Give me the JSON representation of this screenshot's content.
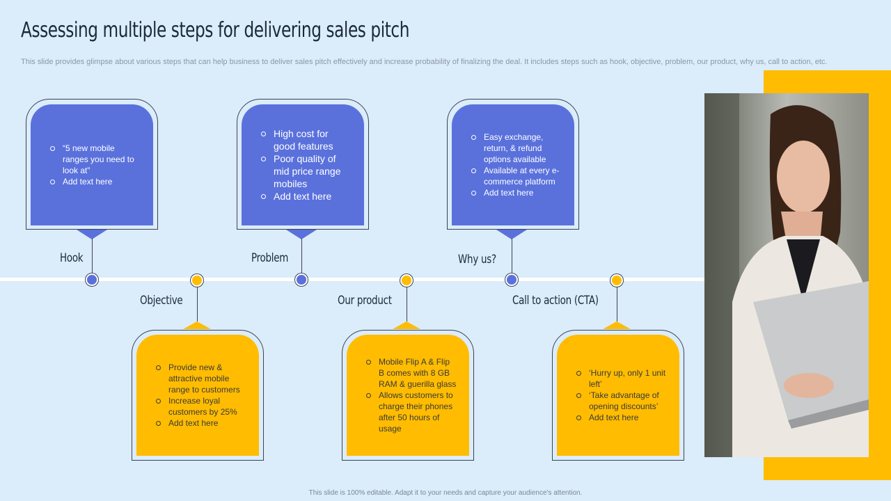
{
  "slide": {
    "title": "Assessing multiple steps for delivering sales pitch",
    "subtitle": "This slide provides glimpse about various steps that can help business to deliver sales pitch effectively and increase probability of finalizing the deal. It includes steps such as hook, objective, problem, our product, why us, call to action, etc.",
    "footer": "This slide is 100% editable. Adapt it to your needs and capture your audience's attention."
  },
  "colors": {
    "blue": "#5a71dc",
    "yellow": "#ffbc00",
    "background": "#dbecfb",
    "text": "#1b2a3a"
  },
  "steps": [
    {
      "label": "Hook",
      "color": "blue",
      "bullets": [
        "“5 new mobile ranges you need to look at”",
        "Add text here"
      ]
    },
    {
      "label": "Objective",
      "color": "yellow",
      "bullets": [
        "Provide new & attractive mobile range to customers",
        "Increase loyal customers by 25%",
        "Add text here"
      ]
    },
    {
      "label": "Problem",
      "color": "blue",
      "bullets": [
        "High cost for good features",
        "Poor quality of mid price range mobiles",
        "Add text here"
      ]
    },
    {
      "label": "Our product",
      "color": "yellow",
      "bullets": [
        "Mobile Flip A & Flip B comes with 8 GB RAM & guerilla glass",
        "Allows customers to charge their phones after 50 hours of usage"
      ]
    },
    {
      "label": "Why us?",
      "color": "blue",
      "bullets": [
        "Easy exchange, return, & refund options available",
        "Available at every e-commerce platform",
        "Add text here"
      ]
    },
    {
      "label": "Call to action (CTA)",
      "color": "yellow",
      "bullets": [
        "‘Hurry up, only 1 unit left’",
        "‘Take advantage of opening discounts’",
        "Add text here"
      ]
    }
  ],
  "photo": {
    "icon": "woman-with-laptop-photo"
  }
}
